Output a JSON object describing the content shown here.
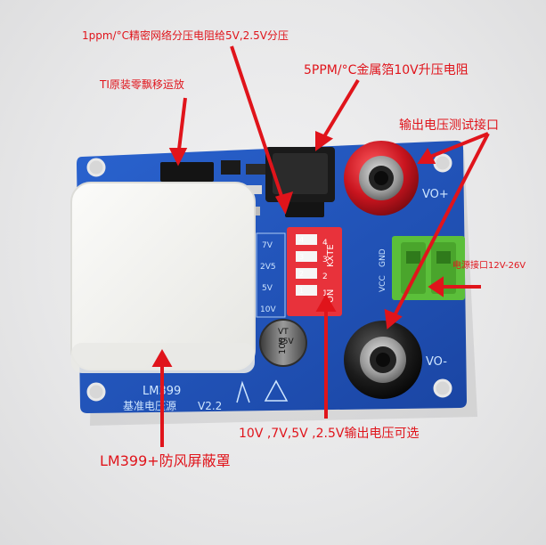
{
  "annotations": {
    "resistor_network": "1ppm/°C精密网络分压电阻给5V,2.5V分压",
    "opamp": "TI原装零飘移运放",
    "foil_resistor": "5PPM/°C金属箔10V升压电阻",
    "output_terminals": "输出电压测试接口",
    "power_connector": "电源接口12V-26V",
    "voltage_select": "10V ,7V,5V ,2.5V输出电压可选",
    "reference_shield": "LM399+防风屏蔽罩"
  },
  "board": {
    "model": "LM399",
    "subtitle": "基准电压源",
    "version": "V2.2",
    "vo_plus": "VO+",
    "vo_minus": "VO-",
    "connector_labels": [
      "VCC",
      "GND"
    ],
    "voltage_options": [
      "7V",
      "2V5",
      "5V",
      "10V"
    ]
  },
  "dip_switch": {
    "brand": "KXTE",
    "on_label": "ON",
    "numbers": [
      "1",
      "2",
      "3",
      "4"
    ],
    "top_numbers": [
      "4",
      "3",
      "2",
      "1"
    ]
  },
  "capacitor": {
    "value": "100",
    "voltage": "35V",
    "series": "VT"
  },
  "colors": {
    "pcb": "#1f52b8",
    "annotation": "#e0141b",
    "terminal_red": "#c8141e",
    "terminal_black": "#1c1c1c",
    "connector_green": "#5bbf3a",
    "dip_red": "#e8323b",
    "shield": "#f4f4f2"
  }
}
